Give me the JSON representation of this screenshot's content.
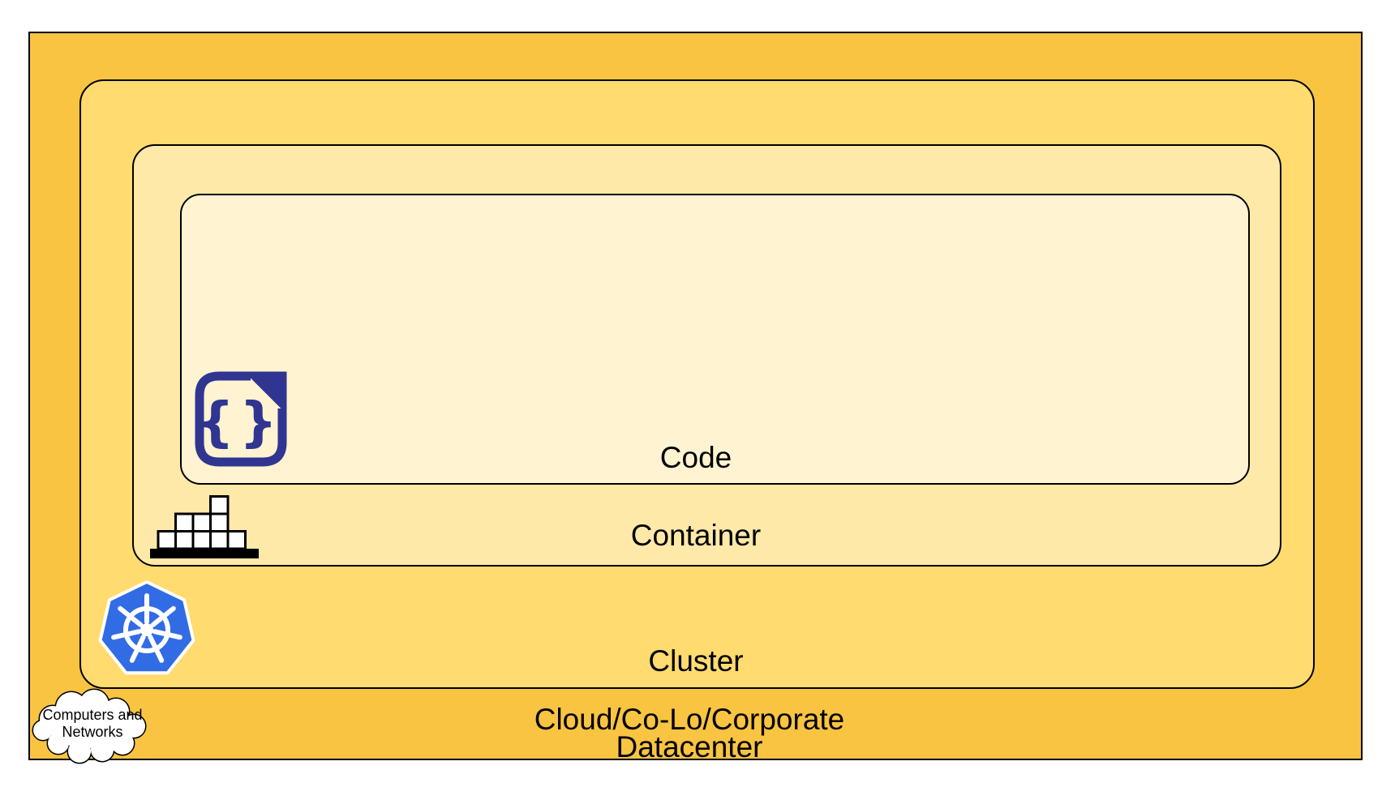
{
  "layers": {
    "code": {
      "label": "Code",
      "fill": "#FFF3D1"
    },
    "container": {
      "label": "Container",
      "fill": "#FFE9A8"
    },
    "cluster": {
      "label": "Cluster",
      "fill": "#FFDB70"
    },
    "datacenter": {
      "label_line1": "Cloud/Co-Lo/Corporate",
      "label_line2": "Datacenter",
      "fill": "#F9C441"
    }
  },
  "cloud_callout": {
    "line1": "Computers and",
    "line2": "Networks"
  },
  "colors": {
    "outline": "#000000",
    "code_icon_navy": "#2F3590",
    "kubernetes_blue": "#326CE5",
    "icon_white": "#FFFFFF"
  },
  "icons": {
    "code_file": "code-file-icon",
    "container_stack": "container-stack-icon",
    "kubernetes_helm": "kubernetes-helm-icon",
    "cloud": "computers-networks-cloud-icon"
  }
}
